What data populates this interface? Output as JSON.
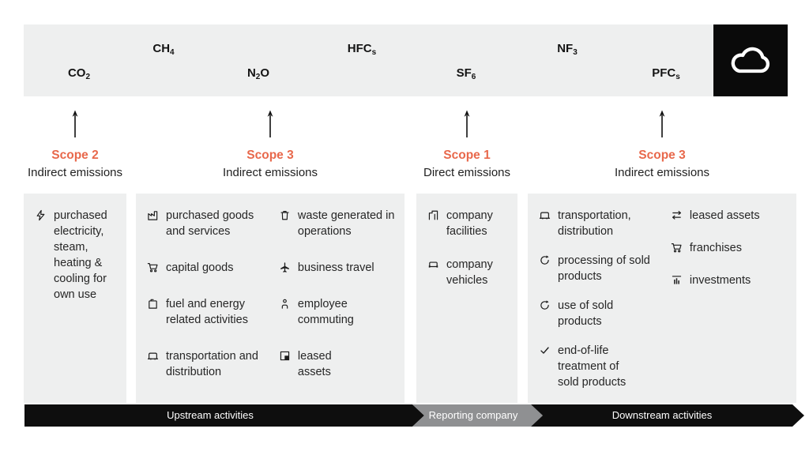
{
  "colors": {
    "accent_orange": "#E8684B",
    "panel_gray": "#EEEFEF",
    "band_black": "#0E0E0E",
    "band_gray": "#8F9092"
  },
  "gases": [
    {
      "pre": "CO",
      "sub": "2",
      "post": ""
    },
    {
      "pre": "CH",
      "sub": "4",
      "post": ""
    },
    {
      "pre": "N",
      "sub": "2",
      "post": "O"
    },
    {
      "pre": "HFC",
      "sub": "s",
      "post": ""
    },
    {
      "pre": "SF",
      "sub": "6",
      "post": ""
    },
    {
      "pre": "NF",
      "sub": "3",
      "post": ""
    },
    {
      "pre": "PFC",
      "sub": "s",
      "post": ""
    }
  ],
  "scopes": [
    {
      "name": "Scope 2",
      "type": "Indirect emissions"
    },
    {
      "name": "Scope 3",
      "type": "Indirect emissions"
    },
    {
      "name": "Scope 1",
      "type": "Direct emissions"
    },
    {
      "name": "Scope 3",
      "type": "Indirect emissions"
    }
  ],
  "columns": {
    "scope2": {
      "items": [
        {
          "icon": "#zap-icon",
          "text": "purchased electricity, steam, heating & cooling for own use"
        }
      ]
    },
    "scope3_upstream_left": {
      "items": [
        {
          "icon": "#factory-icon",
          "text": "purchased goods and services"
        },
        {
          "icon": "#cart-icon",
          "text": "capital goods"
        },
        {
          "icon": "#fuel-icon",
          "text": "fuel and energy related activities"
        },
        {
          "icon": "#truck-icon",
          "text": "transportation and distribution"
        }
      ]
    },
    "scope3_upstream_right": {
      "items": [
        {
          "icon": "#trash-icon",
          "text": "waste generated in operations"
        },
        {
          "icon": "#plane-icon",
          "text": "business travel"
        },
        {
          "icon": "#person-icon",
          "text": "employee commuting"
        },
        {
          "icon": "#leased-building-icon",
          "text": "leased assets"
        }
      ]
    },
    "scope1": {
      "items": [
        {
          "icon": "#facility-icon",
          "text": "company facilities"
        },
        {
          "icon": "#car-icon",
          "text": "company vehicles"
        }
      ]
    },
    "scope3_downstream_left": {
      "items": [
        {
          "icon": "#truck-icon",
          "text": "transportation, distribution"
        },
        {
          "icon": "#refresh-icon",
          "text": "processing of sold products"
        },
        {
          "icon": "#refresh-icon",
          "text": "use of sold products"
        },
        {
          "icon": "#check-icon",
          "text": "end-of-life treatment of sold products"
        }
      ]
    },
    "scope3_downstream_right": {
      "items": [
        {
          "icon": "#swap-icon",
          "text": "leased assets"
        },
        {
          "icon": "#cart-icon",
          "text": "franchises"
        },
        {
          "icon": "#chart-icon",
          "text": "investments"
        }
      ]
    }
  },
  "bottom_band": {
    "segments": [
      {
        "label": "Upstream activities"
      },
      {
        "label": "Reporting company"
      },
      {
        "label": "Downstream activities"
      }
    ]
  }
}
